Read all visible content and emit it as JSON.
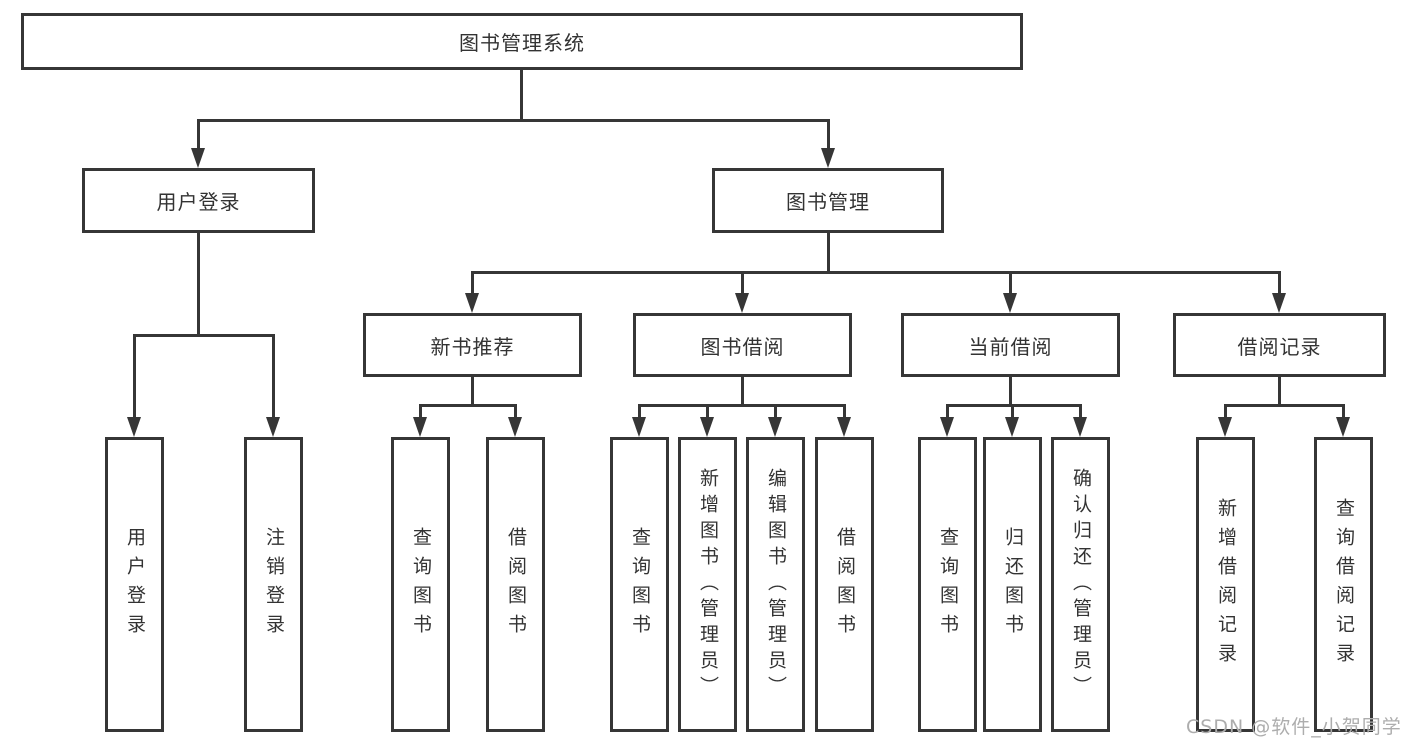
{
  "diagram": {
    "root": {
      "label": "图书管理系统"
    },
    "level2": [
      {
        "label": "用户登录"
      },
      {
        "label": "图书管理"
      }
    ],
    "level3": [
      {
        "label": "新书推荐"
      },
      {
        "label": "图书借阅"
      },
      {
        "label": "当前借阅"
      },
      {
        "label": "借阅记录"
      }
    ],
    "leaves": {
      "user_login": [
        "用户登录",
        "注销登录"
      ],
      "new_book": [
        "查询图书",
        "借阅图书"
      ],
      "book_borrow": [
        "查询图书",
        "新增图书（管理员）",
        "编辑图书（管理员）",
        "借阅图书"
      ],
      "current_borrow": [
        "查询图书",
        "归还图书",
        "确认归还（管理员）"
      ],
      "borrow_record": [
        "新增借阅记录",
        "查询借阅记录"
      ]
    },
    "watermark": "CSDN @软件_小贺同学",
    "colors": {
      "line": "#363636",
      "text": "#333333",
      "watermark": "#adadad",
      "background": "#ffffff"
    }
  }
}
